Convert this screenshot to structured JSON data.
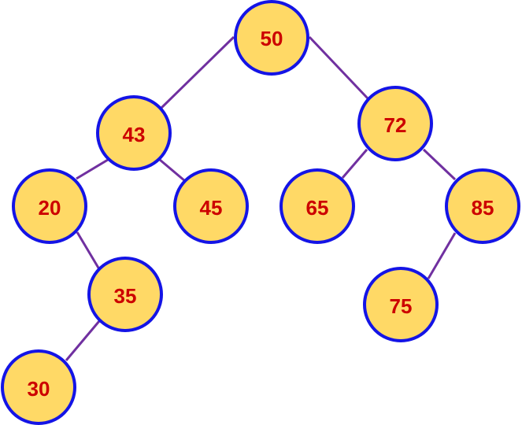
{
  "colors": {
    "node_fill": "#ffd966",
    "node_stroke": "#1414e6",
    "label": "#cc0000",
    "edge": "#7030a0"
  },
  "nodes": {
    "n50": "50",
    "n43": "43",
    "n72": "72",
    "n20": "20",
    "n45": "45",
    "n65": "65",
    "n85": "85",
    "n35": "35",
    "n75": "75",
    "n30": "30"
  },
  "edges": [
    [
      "50",
      "43"
    ],
    [
      "50",
      "72"
    ],
    [
      "43",
      "20"
    ],
    [
      "43",
      "45"
    ],
    [
      "72",
      "65"
    ],
    [
      "72",
      "85"
    ],
    [
      "20",
      "35"
    ],
    [
      "35",
      "30"
    ],
    [
      "85",
      "75"
    ]
  ]
}
